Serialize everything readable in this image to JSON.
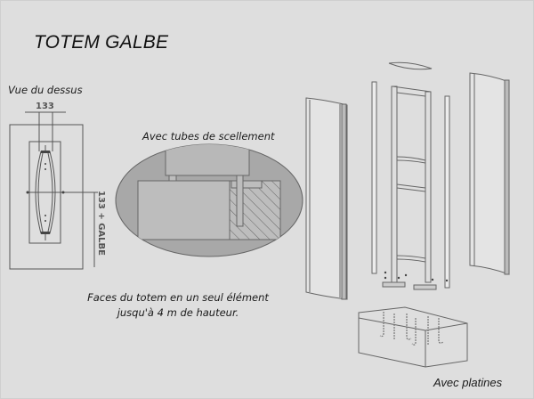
{
  "title": "TOTEM GALBE",
  "top_view": {
    "label": "Vue du dessus",
    "dim_width": "133",
    "dim_depth": "133 + GALBE"
  },
  "detail": {
    "label": "Avec tubes de scellement"
  },
  "caption": {
    "line1": "Faces du totem en un seul élément",
    "line2": "jusqu'à 4 m de hauteur."
  },
  "exploded_view": {
    "label": "Avec platines"
  },
  "colors": {
    "background": "#dedede",
    "line": "#555555",
    "detail_fill": "#a9a9a9",
    "detail_inner": "#bdbdbd"
  }
}
